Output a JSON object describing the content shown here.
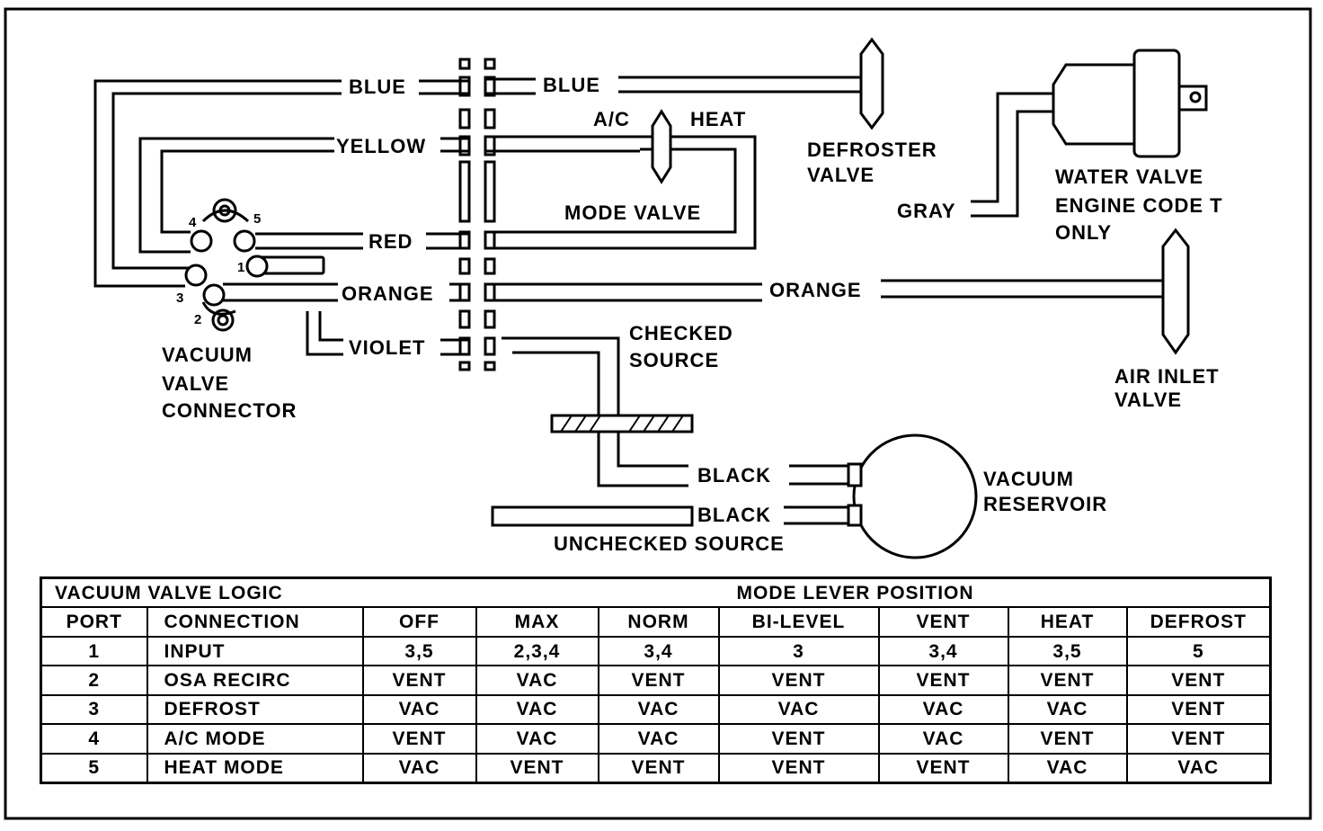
{
  "labels": {
    "blue_left": "BLUE",
    "blue_right": "BLUE",
    "yellow": "YELLOW",
    "red": "RED",
    "orange_left": "ORANGE",
    "orange_right": "ORANGE",
    "violet": "VIOLET",
    "ac": "A/C",
    "heat": "HEAT",
    "mode_valve": "MODE VALVE",
    "defroster_valve": [
      "DEFROSTER",
      "VALVE"
    ],
    "water_valve": [
      "WATER VALVE",
      "ENGINE CODE T",
      "ONLY"
    ],
    "gray": "GRAY",
    "air_inlet_valve": [
      "AIR INLET",
      "VALVE"
    ],
    "checked_source": [
      "CHECKED",
      "SOURCE"
    ],
    "black_top": "BLACK",
    "black_bottom": "BLACK",
    "unchecked_source": "UNCHECKED SOURCE",
    "vacuum_reservoir": [
      "VACUUM",
      "RESERVOIR"
    ],
    "vacuum_valve_connector": [
      "VACUUM",
      "VALVE",
      "CONNECTOR"
    ],
    "port_numbers": [
      "4",
      "5",
      "1",
      "3",
      "2"
    ]
  },
  "table": {
    "title": "VACUUM VALVE LOGIC",
    "group_header": "MODE LEVER POSITION",
    "headers": [
      "PORT",
      "CONNECTION",
      "OFF",
      "MAX",
      "NORM",
      "BI-LEVEL",
      "VENT",
      "HEAT",
      "DEFROST"
    ],
    "rows": [
      [
        "1",
        "INPUT",
        "3,5",
        "2,3,4",
        "3,4",
        "3",
        "3,4",
        "3,5",
        "5"
      ],
      [
        "2",
        "OSA RECIRC",
        "VENT",
        "VAC",
        "VENT",
        "VENT",
        "VENT",
        "VENT",
        "VENT"
      ],
      [
        "3",
        "DEFROST",
        "VAC",
        "VAC",
        "VAC",
        "VAC",
        "VAC",
        "VAC",
        "VENT"
      ],
      [
        "4",
        "A/C MODE",
        "VENT",
        "VAC",
        "VAC",
        "VENT",
        "VAC",
        "VENT",
        "VENT"
      ],
      [
        "5",
        "HEAT MODE",
        "VAC",
        "VENT",
        "VENT",
        "VENT",
        "VENT",
        "VAC",
        "VAC"
      ]
    ]
  }
}
